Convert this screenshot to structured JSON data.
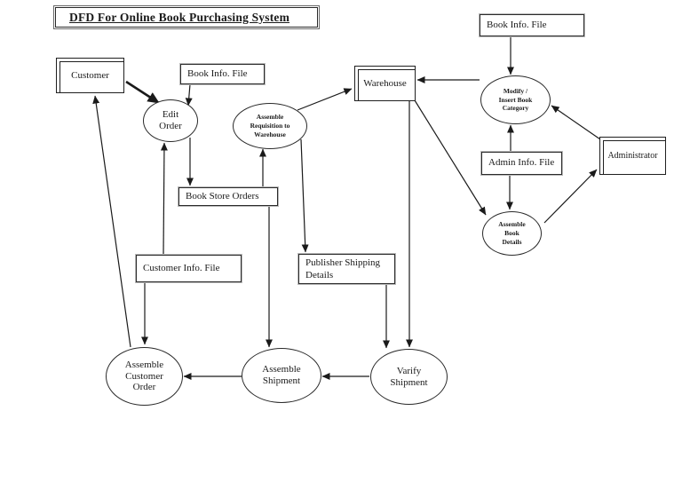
{
  "title": "DFD For Online Book Purchasing System",
  "colors": {
    "ink": "#1a1a1a",
    "background": "#ffffff"
  },
  "diagram": {
    "nodes": {
      "customer": {
        "label": "Customer",
        "type": "external-entity"
      },
      "warehouse": {
        "label": "Warehouse",
        "type": "external-entity"
      },
      "administrator": {
        "label": "Administrator",
        "type": "external-entity"
      },
      "book_info_file_left": {
        "label": "Book Info. File",
        "type": "data-store"
      },
      "book_info_file_right": {
        "label": "Book Info. File",
        "type": "data-store"
      },
      "admin_info_file": {
        "label": "Admin Info. File",
        "type": "data-store"
      },
      "book_store_orders": {
        "label": "Book Store Orders",
        "type": "data-store"
      },
      "customer_info_file": {
        "label": "Customer Info. File",
        "type": "data-store"
      },
      "publisher_shipping_details": {
        "label": "Publisher Shipping Details",
        "type": "data-store"
      },
      "edit_order": {
        "label": "Edit Order",
        "type": "process"
      },
      "assemble_requisition_to_warehouse": {
        "label": "Assemble Requisition to Warehouse",
        "type": "process"
      },
      "modify_insert_book_category": {
        "label": "Modify / Insert Book Category",
        "type": "process"
      },
      "assemble_book_details": {
        "label": "Assemble Book Details",
        "type": "process"
      },
      "assemble_customer_order": {
        "label": "Assemble Customer Order",
        "type": "process"
      },
      "assemble_shipment": {
        "label": "Assemble Shipment",
        "type": "process"
      },
      "varify_shipment": {
        "label": "Varify Shipment",
        "type": "process"
      }
    },
    "edges": [
      {
        "from": "customer",
        "to": "edit_order",
        "bold": true
      },
      {
        "from": "book_info_file_left",
        "to": "edit_order"
      },
      {
        "from": "customer_info_file",
        "to": "edit_order"
      },
      {
        "from": "edit_order",
        "to": "book_store_orders"
      },
      {
        "from": "book_store_orders",
        "to": "assemble_requisition_to_warehouse"
      },
      {
        "from": "assemble_requisition_to_warehouse",
        "to": "warehouse"
      },
      {
        "from": "assemble_requisition_to_warehouse",
        "to": "publisher_shipping_details"
      },
      {
        "from": "book_store_orders",
        "to": "assemble_shipment"
      },
      {
        "from": "publisher_shipping_details",
        "to": "varify_shipment"
      },
      {
        "from": "warehouse",
        "to": "varify_shipment"
      },
      {
        "from": "warehouse",
        "to": "assemble_book_details"
      },
      {
        "from": "modify_insert_book_category",
        "to": "warehouse"
      },
      {
        "from": "book_info_file_right",
        "to": "modify_insert_book_category"
      },
      {
        "from": "admin_info_file",
        "to": "modify_insert_book_category"
      },
      {
        "from": "admin_info_file",
        "to": "assemble_book_details"
      },
      {
        "from": "administrator",
        "to": "modify_insert_book_category"
      },
      {
        "from": "assemble_book_details",
        "to": "administrator"
      },
      {
        "from": "varify_shipment",
        "to": "assemble_shipment"
      },
      {
        "from": "assemble_shipment",
        "to": "assemble_customer_order"
      },
      {
        "from": "customer_info_file",
        "to": "assemble_customer_order"
      },
      {
        "from": "assemble_customer_order",
        "to": "customer"
      }
    ]
  }
}
